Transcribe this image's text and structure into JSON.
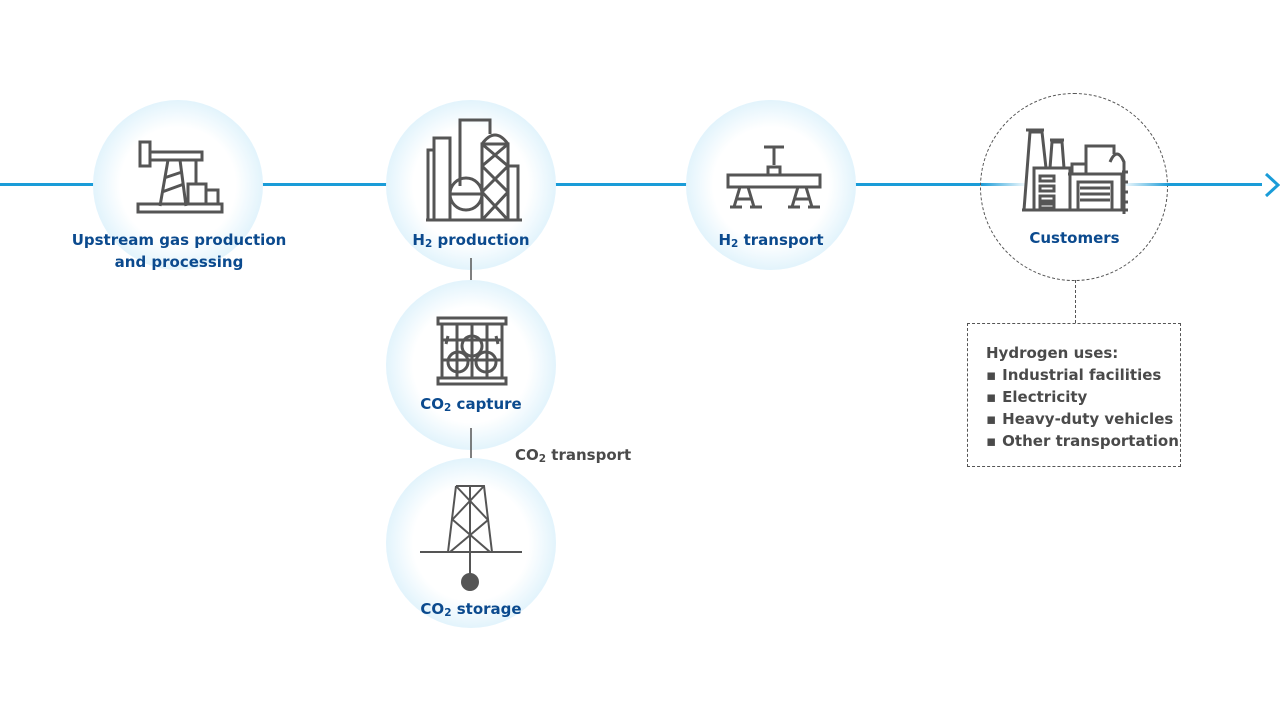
{
  "colors": {
    "flow_line": "#1a9cd8",
    "label_blue": "#0b4a8e",
    "icon_gray": "#555555",
    "text_gray": "#4a4a4a"
  },
  "nodes": [
    {
      "id": "upstream",
      "label_line1": "Upstream gas production",
      "label_line2": "and processing",
      "icon": "oil-pump-icon"
    },
    {
      "id": "h2-production",
      "label_prefix": "H",
      "label_sub": "2",
      "label_rest": " production",
      "icon": "refinery-icon"
    },
    {
      "id": "h2-transport",
      "label_prefix": "H",
      "label_sub": "2",
      "label_rest": " transport",
      "icon": "pipeline-icon"
    },
    {
      "id": "customers",
      "label": "Customers",
      "icon": "factory-icon"
    },
    {
      "id": "co2-capture",
      "label_prefix": "CO",
      "label_sub": "2",
      "label_rest": " capture",
      "icon": "capture-cage-icon"
    },
    {
      "id": "co2-storage",
      "label_prefix": "CO",
      "label_sub": "2",
      "label_rest": " storage",
      "icon": "drilling-tower-icon"
    }
  ],
  "co2_transport": {
    "prefix": "CO",
    "sub": "2",
    "rest": " transport"
  },
  "hydrogen_uses": {
    "title": "Hydrogen uses:",
    "items": [
      "Industrial facilities",
      "Electricity",
      "Heavy-duty vehicles",
      "Other transportation"
    ]
  }
}
